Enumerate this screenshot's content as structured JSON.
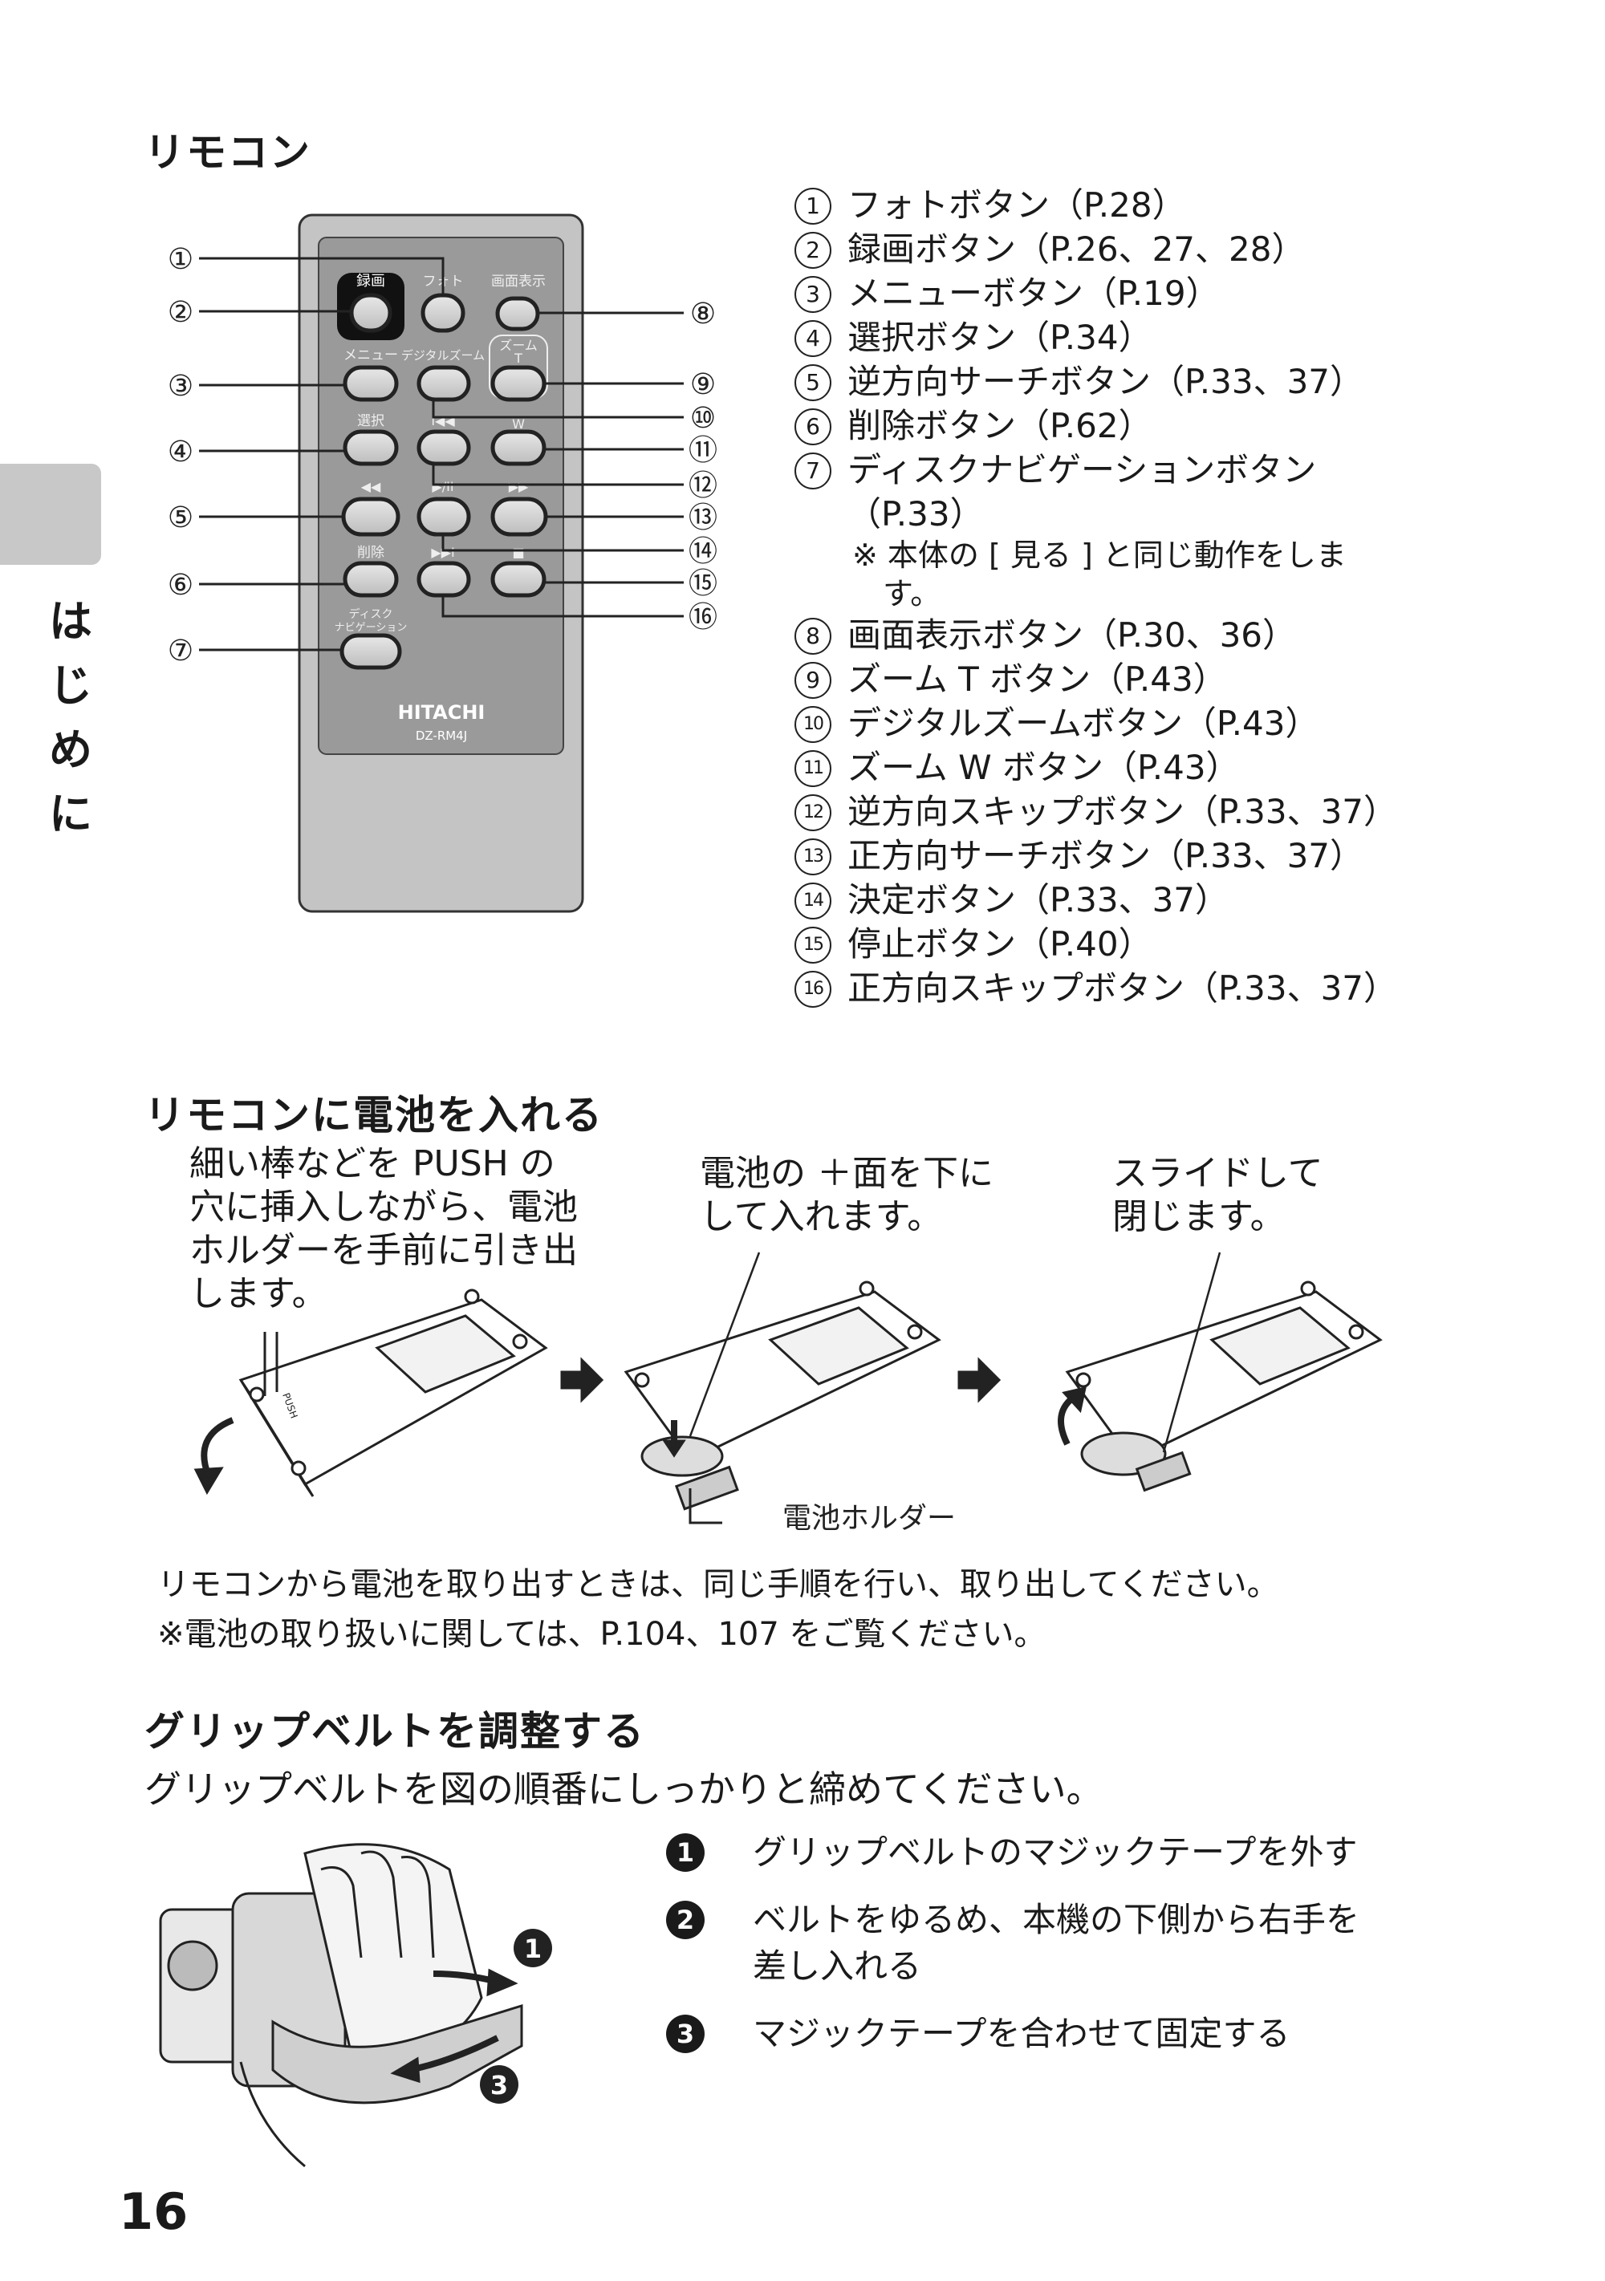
{
  "side_tab": {
    "label_chars": [
      "は",
      "じ",
      "め",
      "に"
    ]
  },
  "remote": {
    "heading": "リモコン",
    "callout_numbers": [
      "①",
      "②",
      "③",
      "④",
      "⑤",
      "⑥",
      "⑦",
      "⑧",
      "⑨",
      "⑩",
      "⑪",
      "⑫",
      "⑬",
      "⑭",
      "⑮",
      "⑯"
    ],
    "device_labels": {
      "record": "録画",
      "photo": "フォト",
      "display": "画面表示",
      "menu": "メニュー",
      "digital_zoom": "デジタルズーム",
      "zoom": "ズーム",
      "zoom_t": "T",
      "zoom_w": "W",
      "select": "選択",
      "delete": "削除",
      "disc_nav_1": "ディスク",
      "disc_nav_2": "ナビゲーション",
      "rew": "◀◀",
      "ff": "▶▶",
      "skip_prev": "I◀◀",
      "skip_next": "▶▶I",
      "play_pause": "▶/II",
      "stop": "■",
      "brand": "HITACHI",
      "model": "DZ-RM4J"
    },
    "items": [
      {
        "num": "①",
        "text": "フォトボタン（P.28）"
      },
      {
        "num": "②",
        "text": "録画ボタン（P.26、27、28）"
      },
      {
        "num": "③",
        "text": "メニューボタン（P.19）"
      },
      {
        "num": "④",
        "text": "選択ボタン（P.34）"
      },
      {
        "num": "⑤",
        "text": "逆方向サーチボタン（P.33、37）"
      },
      {
        "num": "⑥",
        "text": "削除ボタン（P.62）"
      },
      {
        "num": "⑦",
        "text": "ディスクナビゲーションボタン\n（P.33）"
      },
      {
        "num": "⑧",
        "text": "画面表示ボタン（P.30、36）"
      },
      {
        "num": "⑨",
        "text": "ズーム T ボタン（P.43）"
      },
      {
        "num": "⑩",
        "text": "デジタルズームボタン（P.43）"
      },
      {
        "num": "⑪",
        "text": "ズーム W ボタン（P.43）"
      },
      {
        "num": "⑫",
        "text": "逆方向スキップボタン（P.33、37）"
      },
      {
        "num": "⑬",
        "text": "正方向サーチボタン（P.33、37）"
      },
      {
        "num": "⑭",
        "text": "決定ボタン（P.33、37）"
      },
      {
        "num": "⑮",
        "text": "停止ボタン（P.40）"
      },
      {
        "num": "⑯",
        "text": "正方向スキップボタン（P.33、37）"
      }
    ],
    "note": "※ 本体の [ 見る ] と同じ動作をしま\n　す。"
  },
  "battery": {
    "heading": "リモコンに電池を入れる",
    "step1": "細い棒などを PUSH の\n穴に挿入しながら、電池\nホルダーを手前に引き出\nします。",
    "step2": "電池の ＋面を下に\nして入れます。",
    "step3": "スライドして\n閉じます。",
    "holder_label": "電池ホルダー",
    "push_label": "PUSH",
    "para1": "リモコンから電池を取り出すときは、同じ手順を行い、取り出してください。",
    "para2": "※電池の取り扱いに関しては、P.104、107 をご覧ください。"
  },
  "grip": {
    "heading": "グリップベルトを調整する",
    "intro": "グリップベルトを図の順番にしっかりと締めてください。",
    "steps": [
      {
        "num": "1",
        "text": "グリップベルトのマジックテープを外す"
      },
      {
        "num": "2",
        "text": "ベルトをゆるめ、本機の下側から右手を\n差し入れる"
      },
      {
        "num": "3",
        "text": "マジックテープを合わせて固定する"
      }
    ],
    "figure_marks": [
      "1",
      "3"
    ]
  },
  "page_number": "16"
}
